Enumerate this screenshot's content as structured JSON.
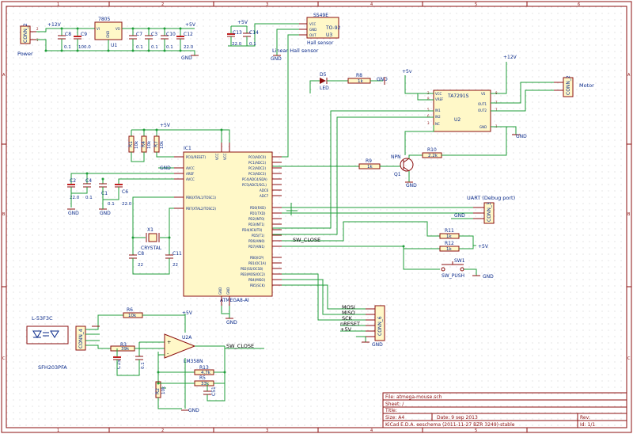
{
  "sheet": {
    "col_labels": [
      "1",
      "2",
      "3",
      "4",
      "5",
      "6"
    ],
    "row_labels": [
      "A",
      "B",
      "C"
    ]
  },
  "power": {
    "title": "Power",
    "conn_ref": "CONN_2",
    "reg_ref": "7805",
    "reg_pins": {
      "vi": "VI",
      "gnd": "GND",
      "vo": "VO"
    },
    "in_label": "+12V",
    "out_label": "+5V",
    "gnd_label": "GND",
    "caps": [
      {
        "ref": "C8",
        "val": "0.1"
      },
      {
        "ref": "C9",
        "val": "100.0"
      },
      {
        "ref": "C7",
        "val": "0.1"
      },
      {
        "ref": "C3",
        "val": "0.1"
      },
      {
        "ref": "C10",
        "val": "0.1"
      },
      {
        "ref": "C12",
        "val": "22.0"
      }
    ],
    "u1_label": "U1"
  },
  "hall": {
    "ref": "SS49E",
    "pkg": "TO-92",
    "u_ref": "U3",
    "pins": {
      "vcc": "VCC",
      "gnd": "GND",
      "out": "OUT"
    },
    "caption": "Hall sensor",
    "title": "Linear Hall sensor",
    "pwr": "+5V",
    "gnd": "GND",
    "caps": [
      {
        "ref": "C13",
        "val": "22.0"
      },
      {
        "ref": "C14",
        "val": "0.1"
      }
    ]
  },
  "led": {
    "ref": "D5",
    "name": "LED",
    "res_ref": "R8",
    "res_val": "1k",
    "gnd": "GND"
  },
  "driver": {
    "ref": "TA7291S",
    "u_ref": "U2",
    "pins_left": [
      "VCC",
      "VREF",
      "IN1",
      "IN2",
      "NC"
    ],
    "pins_right": [
      "VS",
      "OUT1",
      "OUT2",
      "GND"
    ],
    "vcc_label": "+5v",
    "vs_label": "+12V",
    "gnd": "GND",
    "motor_label": "Motor",
    "motor_ref": "CONN_2"
  },
  "npn": {
    "name": "NPN",
    "ref": "Q1",
    "r9_ref": "R9",
    "r9_val": "1k",
    "r10_ref": "R10",
    "r10_val": "2.2k",
    "gnd": "GND"
  },
  "mcu": {
    "ref": "IC1",
    "name": "ATMEGA8-AI",
    "left_pins": [
      "PC6(/RESET)",
      "AVCC",
      "AREF",
      "AVCC",
      "PB6(XTAL1/TOSC1)",
      "PB7(XTAL2/TOSC2)"
    ],
    "right_pins": [
      "PC0(ADC0)",
      "PC1(ADC1)",
      "PC2(ADC2)",
      "PC3(ADC3)",
      "PC4(ADC4/SDA)",
      "PC5(ADC5/SCL)",
      "ADC6",
      "ADC7",
      "PD0(RXD)",
      "PD1(TXD)",
      "PD2(INT0)",
      "PD3(INT1)",
      "PD4(XCK/T0)",
      "PD5(T1)",
      "PD6(AIN0)",
      "PD7(AIN1)",
      "PB0(ICP)",
      "PB1(OC1A)",
      "PB2(SS/OC1B)",
      "PB3(MOSI/OC2)",
      "PB4(MISO)",
      "PB5(SCK)"
    ],
    "top_pins": [
      "VCC",
      "VCC"
    ],
    "bottom_pins": [
      "GND",
      "GND"
    ],
    "pwr": "+5V",
    "gnd": "GND",
    "pullups": [
      {
        "ref": "R1",
        "val": "10k"
      },
      {
        "ref": "R4",
        "val": "10k"
      },
      {
        "ref": "R7",
        "val": "10k"
      }
    ],
    "caps": [
      {
        "ref": "C2",
        "val": "22.0"
      },
      {
        "ref": "C4",
        "val": "0.1"
      },
      {
        "ref": "C1",
        "val": "0.1"
      },
      {
        "ref": "C6",
        "val": "22.0"
      }
    ]
  },
  "crystal": {
    "ref": "X1",
    "name": "CRYSTAL",
    "caps": [
      {
        "ref": "C8",
        "val": "22"
      },
      {
        "ref": "C11",
        "val": "22"
      }
    ]
  },
  "uart": {
    "title": "UART (Debug port)",
    "ref": "CONN_3",
    "gnd": "GND"
  },
  "switch": {
    "ref": "SW1",
    "name": "SW_PUSH",
    "r11_ref": "R11",
    "r11_val": "1k",
    "r12_ref": "R12",
    "r12_val": "1k",
    "pwr": "+5V",
    "gnd": "GND",
    "net": "SW_CLOSE"
  },
  "isp": {
    "ref": "CONN_6",
    "signals": [
      "MOSI",
      "MISO",
      "SCK",
      "nRESET",
      "+5V"
    ],
    "gnd": "GND"
  },
  "sensor": {
    "label": "L-53F3C",
    "part": "SFH203PFA",
    "conn_ref": "CONN_4",
    "opamp_ref": "U2A",
    "opamp_name": "LM358N",
    "net_out": "SW_CLOSE",
    "pwr": "+5V",
    "gnd": "GND",
    "resistors": [
      {
        "ref": "R6",
        "val": "10k"
      },
      {
        "ref": "R3",
        "val": "39k"
      },
      {
        "ref": "R2",
        "val": "10k"
      },
      {
        "ref": "R5",
        "val": "33k"
      },
      {
        "ref": "R13",
        "val": "4.7k"
      }
    ],
    "caps": [
      {
        "ref": "C15",
        "val": "0.1"
      },
      {
        "ref": "C16",
        "val": "0.1"
      },
      {
        "ref": "C51",
        "val": "0.1"
      }
    ]
  },
  "title_block": {
    "file": "File: atmega-mouse.sch",
    "sheet": "Sheet: /",
    "title": "Title:",
    "size": "Size: A4",
    "date": "Date: 9 sep 2013",
    "rev": "Rev:",
    "app": "KiCad E.D.A.  eeschema (2011-11-27 BZR 3249)-stable",
    "id": "Id: 1/1"
  }
}
